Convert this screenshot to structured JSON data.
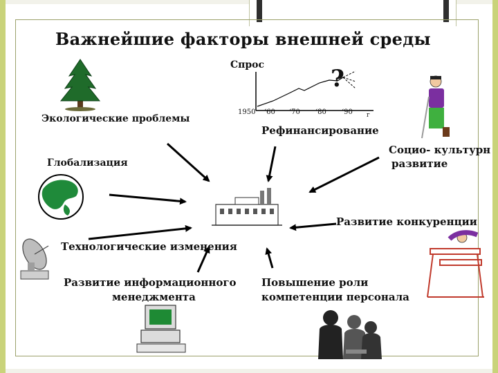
{
  "title": "Важнейшие факторы внешней среды",
  "chart": {
    "ylabel": "Спрос",
    "question": "?",
    "ticks": [
      "1950",
      "‘60",
      "‘70",
      "‘80",
      "‘90",
      "г"
    ]
  },
  "factors": {
    "ecology": "Экологические проблемы",
    "refinancing": "Рефинансирование",
    "socio_line1": "Социо- культурн",
    "socio_line2": "развитие",
    "globalization": "Глобализация",
    "competition": "Развитие конкуренции",
    "technology": "Технологические изменения",
    "info_line1": "Развитие информационного",
    "info_line2": "менеджмента",
    "personnel_line1": "Повышение роли",
    "personnel_line2": "компетенции персонала"
  },
  "colors": {
    "frame": "#9aa06a",
    "accent": "#c9d37a",
    "tree": "#1f6b2a",
    "arrow": "#000000"
  },
  "icons": [
    "tree-icon",
    "globe-icon",
    "factory-icon",
    "satellite-dish-icon",
    "computer-icon",
    "people-icon",
    "golfer-icon",
    "hurdler-icon"
  ]
}
